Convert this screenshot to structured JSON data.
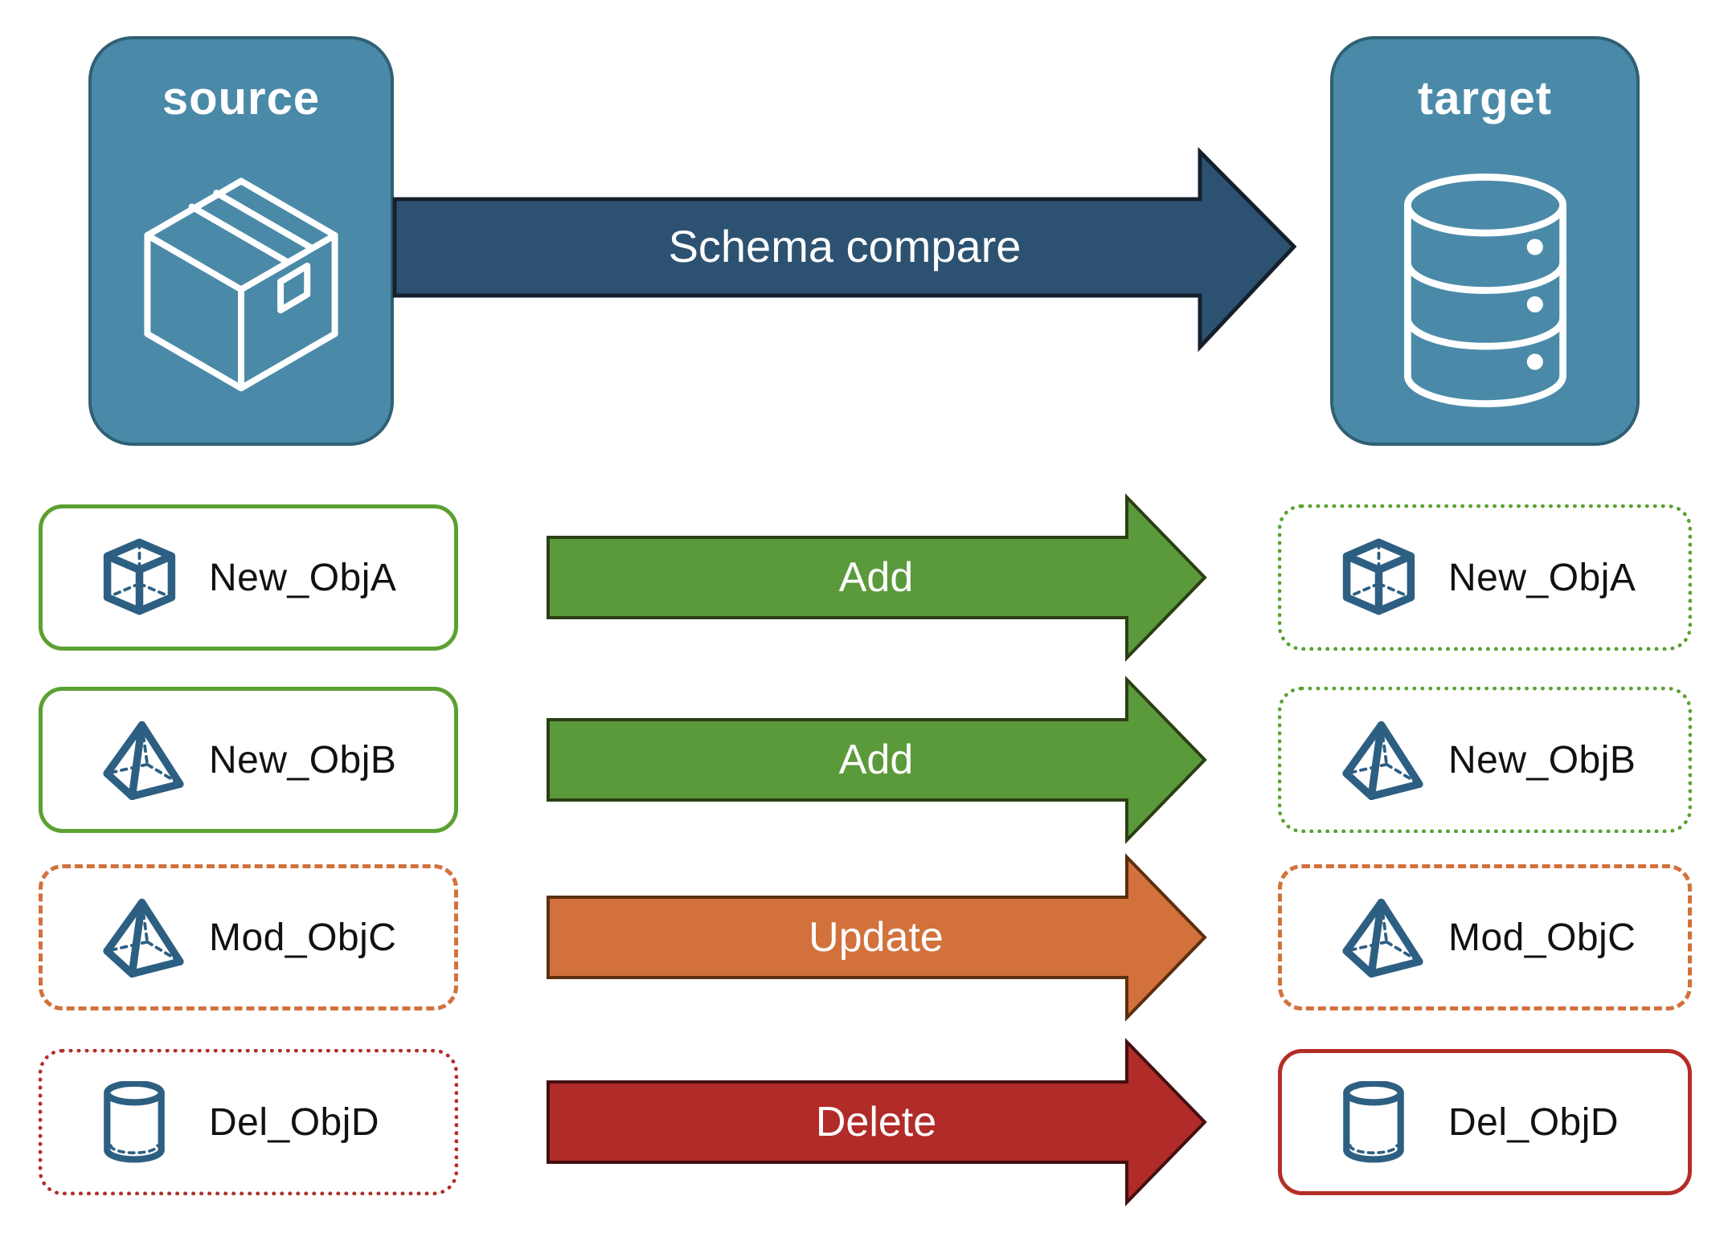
{
  "title": "Schema compare diagram",
  "source": {
    "label": "source",
    "icon": "package-icon"
  },
  "target": {
    "label": "target",
    "icon": "database-icon"
  },
  "compare_arrow": {
    "label": "Schema compare",
    "fill": "#2D5271",
    "border": "#15202C"
  },
  "rows": [
    {
      "object": "New_ObjA",
      "icon": "cube-icon",
      "action": "Add",
      "accent": "#5BA132",
      "arrow_fill": "#5B9A3B",
      "arrow_border": "#2B3F14",
      "left_border": "solid",
      "right_border": "dotted"
    },
    {
      "object": "New_ObjB",
      "icon": "pyramid-icon",
      "action": "Add",
      "accent": "#5BA132",
      "arrow_fill": "#5B9A3B",
      "arrow_border": "#2B3F14",
      "left_border": "solid",
      "right_border": "dotted"
    },
    {
      "object": "Mod_ObjC",
      "icon": "pyramid-icon",
      "action": "Update",
      "accent": "#D2713C",
      "arrow_fill": "#D2713C",
      "arrow_border": "#5C2E0E",
      "left_border": "dashed",
      "right_border": "dashed"
    },
    {
      "object": "Del_ObjD",
      "icon": "cylinder-icon",
      "action": "Delete",
      "accent": "#B42D28",
      "arrow_fill": "#B12B29",
      "arrow_border": "#431011",
      "left_border": "dotted",
      "right_border": "solid"
    }
  ],
  "colors": {
    "panel_fill": "#4A8AA8",
    "panel_border": "#2F6075",
    "icon_blue": "#2D5F82",
    "text": "#111111",
    "background": "#FFFFFF"
  }
}
